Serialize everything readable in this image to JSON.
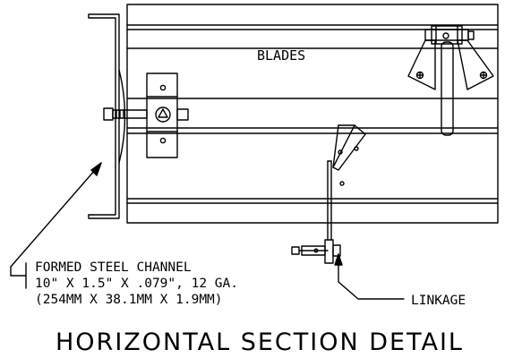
{
  "drawing": {
    "blades_label": "BLADES",
    "channel_callout": {
      "line1": "FORMED STEEL CHANNEL",
      "line2": "10\" X 1.5\" X .079\", 12 GA.",
      "line3": "(254MM X 38.1MM X 1.9MM)"
    },
    "linkage_label": "LINKAGE",
    "title": "HORIZONTAL SECTION DETAIL"
  },
  "colors": {
    "line": "#000000",
    "background": "#ffffff"
  }
}
